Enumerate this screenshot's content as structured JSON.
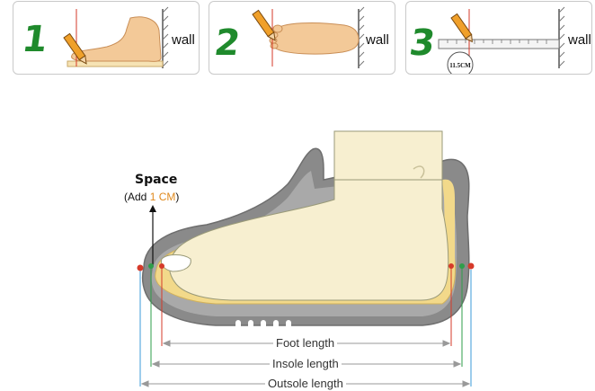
{
  "steps": [
    {
      "number": "1",
      "wall_label": "wall"
    },
    {
      "number": "2",
      "wall_label": "wall"
    },
    {
      "number": "3",
      "wall_label": "wall",
      "scale_value": "11.5CM"
    }
  ],
  "space": {
    "title": "Space",
    "prefix": "(Add ",
    "amount": "1 CM",
    "suffix": ")"
  },
  "measurements": {
    "foot_length": "Foot length",
    "insole_length": "Insole length",
    "outsole_length": "Outsole length"
  },
  "colors": {
    "step_number": "#1f8a2c",
    "accent": "#e08a1e",
    "foot": "#f7efd0",
    "shoe_sole": "#8a8a8a",
    "insole": "#f2d98a",
    "marker": "#d63a2a",
    "foot_line": "#d63a2a",
    "insole_line": "#2e9e4a",
    "outsole_line": "#3b9bd8"
  }
}
